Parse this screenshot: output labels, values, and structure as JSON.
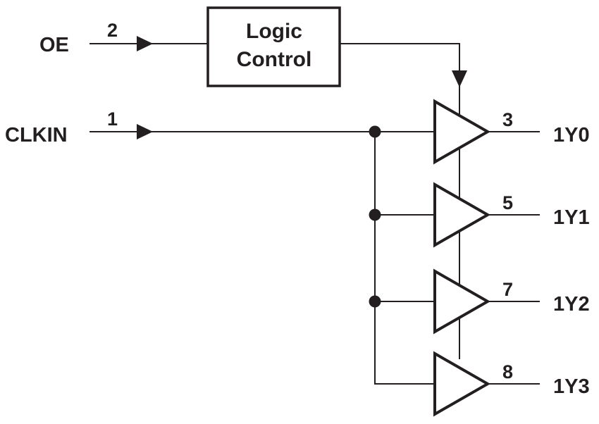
{
  "inputs": {
    "oe": {
      "label": "OE",
      "pin": "2"
    },
    "clkin": {
      "label": "CLKIN",
      "pin": "1"
    }
  },
  "logic_block": {
    "line1": "Logic",
    "line2": "Control"
  },
  "outputs": [
    {
      "label": "1Y0",
      "pin": "3"
    },
    {
      "label": "1Y1",
      "pin": "5"
    },
    {
      "label": "1Y2",
      "pin": "7"
    },
    {
      "label": "1Y3",
      "pin": "8"
    }
  ],
  "colors": {
    "ink": "#231f20",
    "background": "#ffffff"
  }
}
